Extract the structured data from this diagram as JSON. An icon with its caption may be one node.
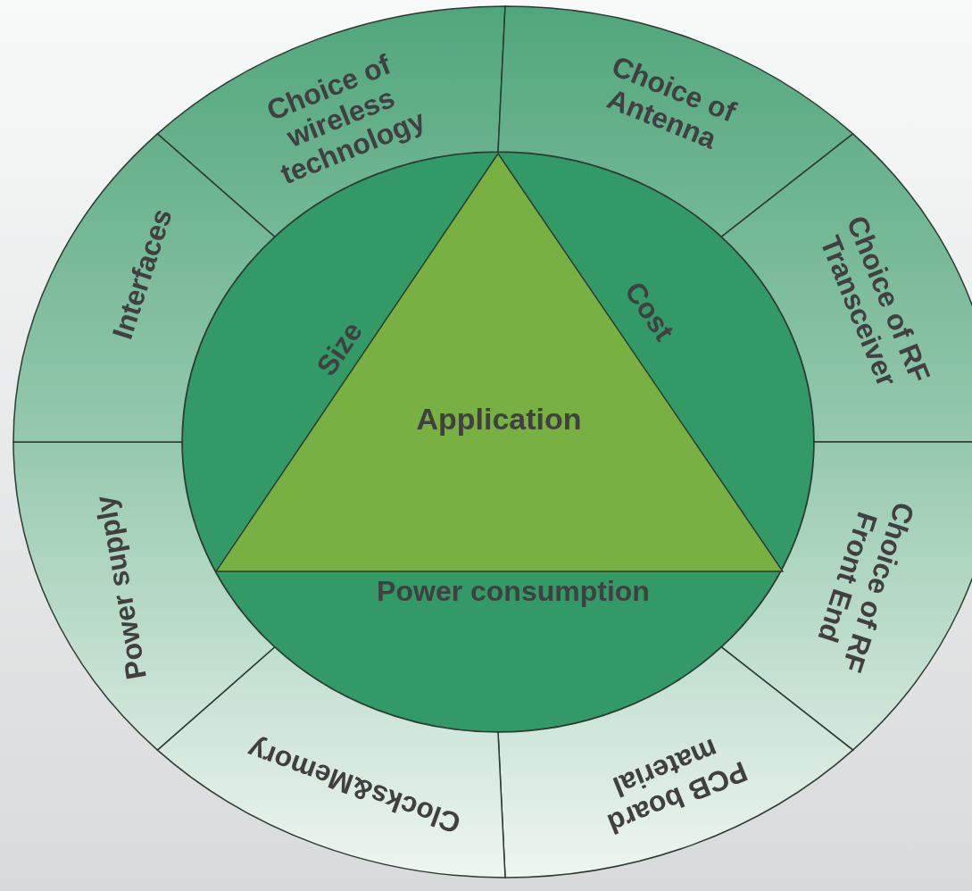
{
  "diagram": {
    "nodes": [
      {
        "text": [
          "Size",
          "Cost",
          "Power consumption"
        ]
      },
      {
        "text": [
          "Application"
        ],
        "in": 0
      },
      {
        "text": [
          "Choice of wireless technology"
        ]
      },
      {
        "text": [
          "Choice of Antenna"
        ]
      },
      {
        "text": [
          "Choice of RF Transceiver"
        ]
      },
      {
        "text": [
          "Choice of RF Front End"
        ]
      },
      {
        "text": [
          "PCB board material"
        ]
      },
      {
        "text": [
          "Clocks&Memory"
        ]
      },
      {
        "text": [
          "Power supply"
        ]
      },
      {
        "text": [
          "Interfaces"
        ]
      }
    ]
  }
}
